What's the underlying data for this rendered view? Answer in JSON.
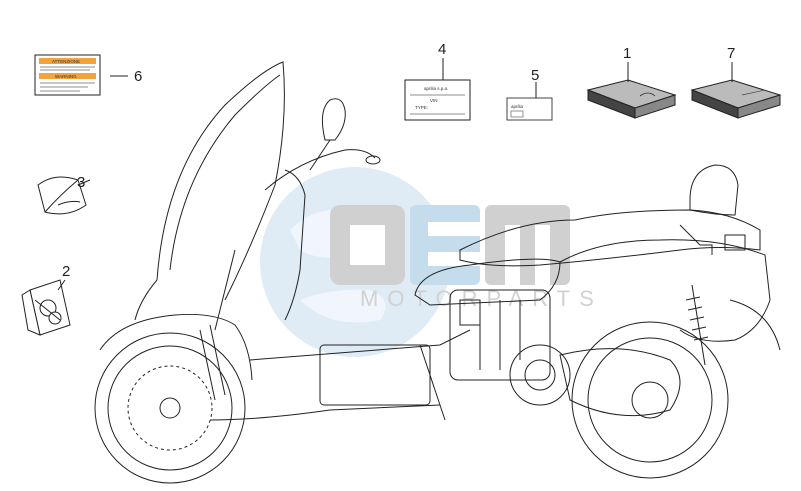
{
  "diagram": {
    "callouts": [
      {
        "id": "1",
        "label": "1"
      },
      {
        "id": "2",
        "label": "2"
      },
      {
        "id": "3",
        "label": "3"
      },
      {
        "id": "4",
        "label": "4"
      },
      {
        "id": "5",
        "label": "5"
      },
      {
        "id": "6",
        "label": "6"
      },
      {
        "id": "7",
        "label": "7"
      }
    ],
    "parts": {
      "warning_label": {
        "title1": "ATTENZIONE",
        "title2": "WARNING"
      },
      "id_plate": {
        "brand": "aprilia s.p.a.",
        "line1": "VIN",
        "line2": "TYPE:"
      },
      "small_plate": {
        "brand": "aprilia"
      }
    },
    "watermark": {
      "logo": "OEM",
      "sub": "MOTORPARTS"
    },
    "colors": {
      "line": "#222222",
      "watermark_blue": "#bcd6ea",
      "watermark_grey": "#c8c8c8",
      "manual_dark": "#444444"
    }
  }
}
